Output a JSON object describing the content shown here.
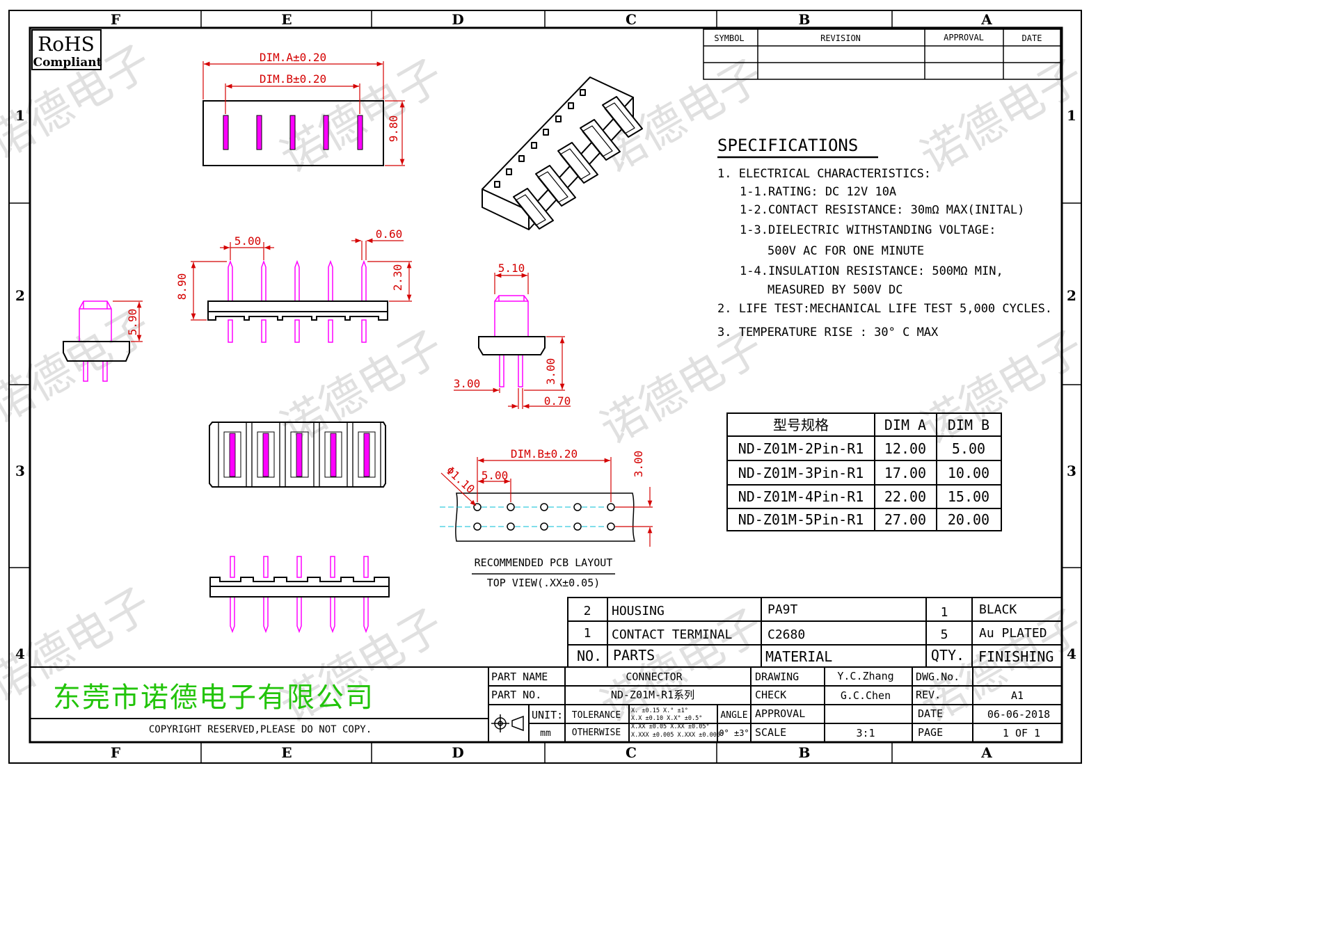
{
  "sheet": {
    "zone_columns": [
      "F",
      "E",
      "D",
      "C",
      "B",
      "A"
    ],
    "zone_rows": [
      "1",
      "2",
      "3",
      "4"
    ]
  },
  "rohs": {
    "line1": "RoHS",
    "line2": "Compliant"
  },
  "watermark": "诺德电子",
  "revision_table": {
    "headers": [
      "SYMBOL",
      "REVISION",
      "APPROVAL",
      "DATE"
    ]
  },
  "dimensions": {
    "dim_a": "DIM.A±0.20",
    "dim_b": "DIM.B±0.20",
    "height_980": "9.80",
    "pitch_500": "5.00",
    "pin_060": "0.60",
    "len_890": "8.90",
    "len_230": "2.30",
    "side_590": "5.90",
    "side_510": "5.10",
    "side_300a": "3.00",
    "side_300b": "3.00",
    "side_070": "0.70",
    "pcb_dim_b": "DIM.B±0.20",
    "pcb_pitch": "5.00",
    "pcb_hole": "Φ1.10",
    "pcb_300": "3.00"
  },
  "pcb_caption": {
    "line1": "RECOMMENDED PCB LAYOUT",
    "line2": "TOP VIEW(.XX±0.05)"
  },
  "specifications": {
    "title": "SPECIFICATIONS",
    "lines": [
      "1. ELECTRICAL CHARACTERISTICS:",
      "1-1.RATING: DC 12V 10A",
      "1-2.CONTACT RESISTANCE: 30mΩ  MAX(INITAL)",
      "1-3.DIELECTRIC WITHSTANDING VOLTAGE:",
      "500V AC FOR ONE MINUTE",
      "1-4.INSULATION RESISTANCE: 500MΩ  MIN,",
      "MEASURED BY 500V DC",
      "2. LIFE TEST:MECHANICAL LIFE TEST 5,000 CYCLES.",
      "3. TEMPERATURE RISE : 30° C MAX"
    ]
  },
  "model_table": {
    "headers": [
      "型号规格",
      "DIM A",
      "DIM B"
    ],
    "rows": [
      [
        "ND-Z01M-2Pin-R1",
        "12.00",
        "5.00"
      ],
      [
        "ND-Z01M-3Pin-R1",
        "17.00",
        "10.00"
      ],
      [
        "ND-Z01M-4Pin-R1",
        "22.00",
        "15.00"
      ],
      [
        "ND-Z01M-5Pin-R1",
        "27.00",
        "20.00"
      ]
    ]
  },
  "bom": {
    "rows": [
      [
        "2",
        "HOUSING",
        "PA9T",
        "1",
        "BLACK"
      ],
      [
        "1",
        "CONTACT TERMINAL",
        "C2680",
        "5",
        "Au PLATED"
      ]
    ],
    "headers": [
      "NO.",
      "PARTS",
      "MATERIAL",
      "QTY.",
      "FINISHING"
    ]
  },
  "title_block": {
    "company": "东莞市诺德电子有限公司",
    "copyright": "COPYRIGHT RESERVED,PLEASE DO NOT COPY.",
    "part_name_label": "PART NAME",
    "part_name": "CONNECTOR",
    "part_no_label": "PART NO.",
    "part_no": "ND-Z01M-R1系列",
    "unit_label": "UNIT:",
    "unit": "mm",
    "tolerance_label": "TOLERANCE",
    "otherwise_label": "OTHERWISE",
    "tol_lines": [
      "X.    ±0.15  X.°    ±1°",
      "X.X   ±0.10  X.X°   ±0.5°",
      "X.XX  ±0.05  X.XX   ±0.05°",
      "X.XXX ±0.005 X.XXX  ±0.005°"
    ],
    "angle_label": "ANGLE",
    "angle_value": "0° ±3°",
    "drawing_label": "DRAWING",
    "drawing_by": "Y.C.Zhang",
    "check_label": "CHECK",
    "check_by": "G.C.Chen",
    "approval_label": "APPROVAL",
    "scale_label": "SCALE",
    "scale": "3:1",
    "dwg_no_label": "DWG.No.",
    "rev_label": "REV.",
    "rev": "A1",
    "date_label": "DATE",
    "date": "06-06-2018",
    "page_label": "PAGE",
    "page": "1 OF 1"
  }
}
